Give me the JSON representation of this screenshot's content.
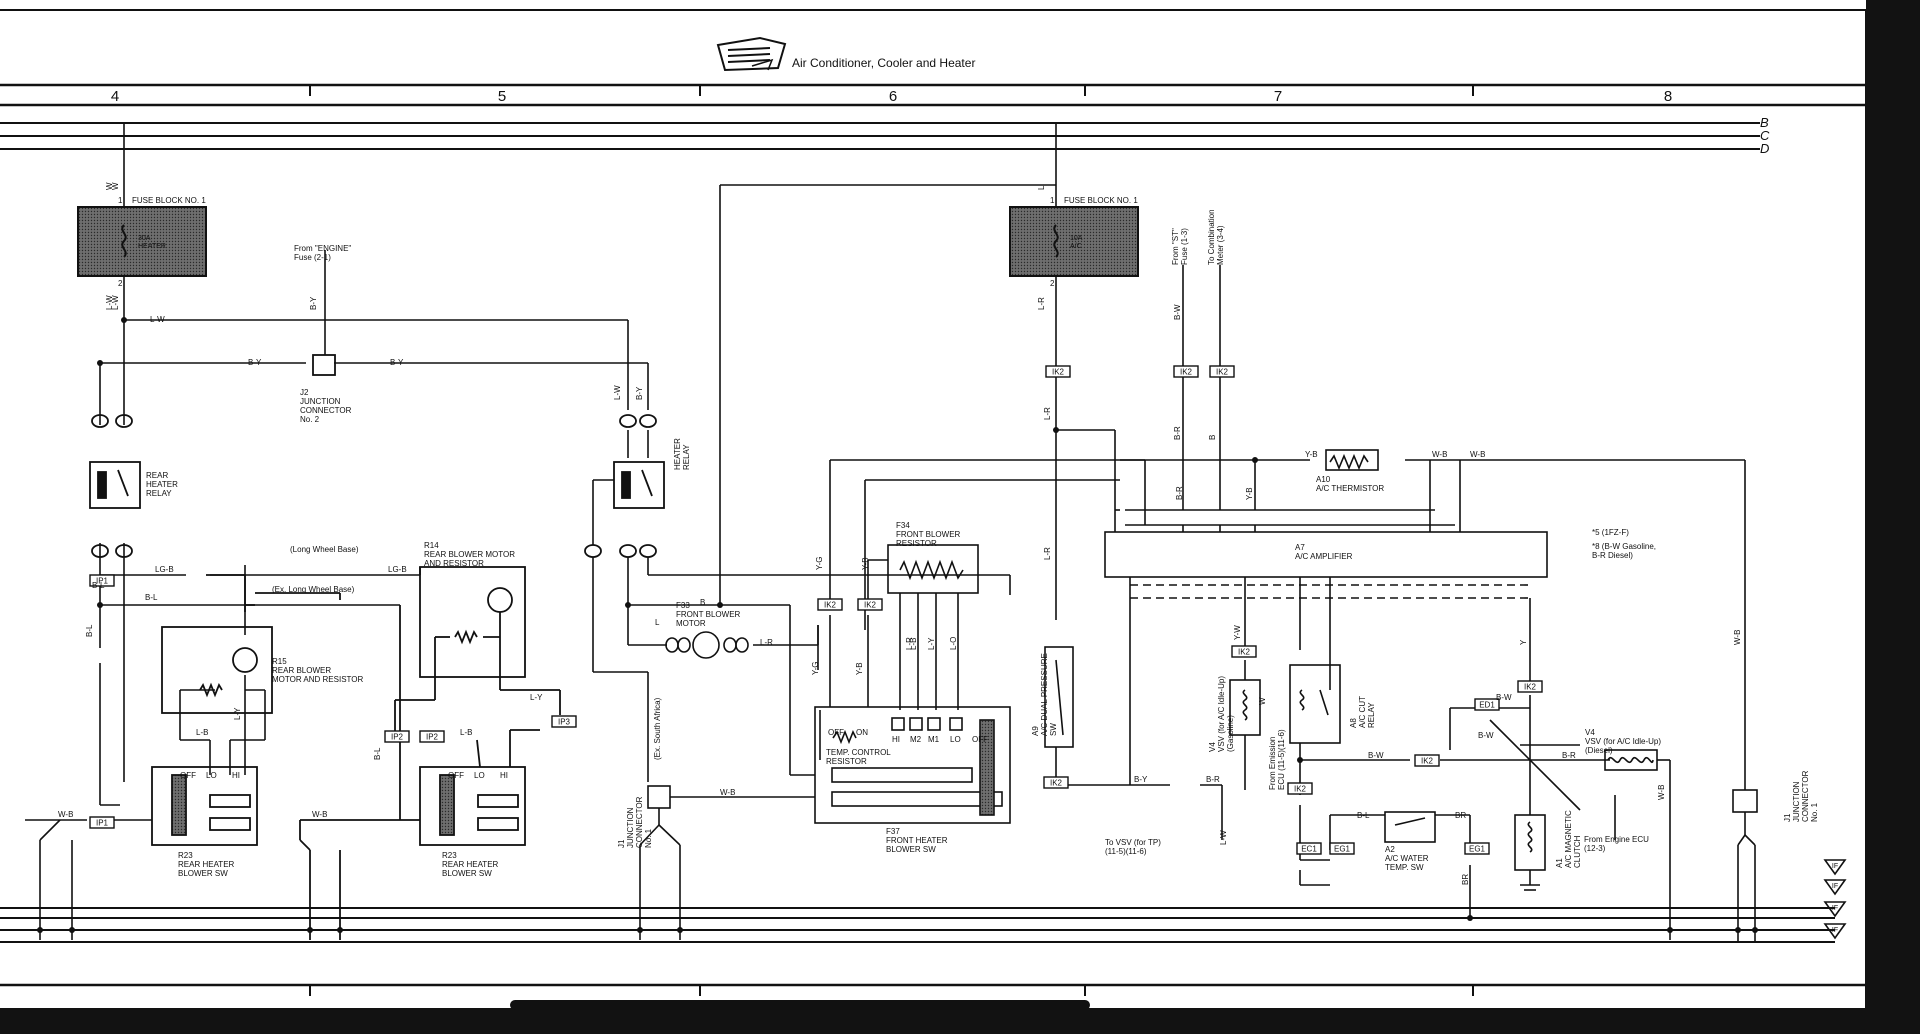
{
  "header": {
    "title": "Air Conditioner, Cooler and Heater",
    "columns": [
      "4",
      "5",
      "6",
      "7",
      "8"
    ],
    "bus_labels": [
      "B",
      "C",
      "D"
    ]
  },
  "fuses": [
    {
      "name": "FUSE BLOCK NO. 1",
      "rating": "30A",
      "label": "HEATER",
      "pin_in": "1",
      "pin_out": "2",
      "wire_in": "W",
      "wire_out": "L-W"
    },
    {
      "name": "FUSE BLOCK NO. 1",
      "rating": "10A",
      "label": "A/C",
      "pin_in": "1",
      "pin_out": "2",
      "wire_in": "L",
      "wire_out": "L-R"
    }
  ],
  "components": {
    "rear_heater_relay": "REAR\nHEATER\nRELAY",
    "heater_relay": "HEATER\nRELAY",
    "j2": "J2\nJUNCTION\nCONNECTOR\nNo. 2",
    "r14": "R14\nREAR BLOWER MOTOR\nAND RESISTOR",
    "r15": "R15\nREAR BLOWER\nMOTOR AND RESISTOR",
    "r23a": "R23\nREAR HEATER\nBLOWER SW",
    "r23b": "R23\nREAR HEATER\nBLOWER SW",
    "f33": "F33\nFRONT BLOWER\nMOTOR",
    "f34": "F34\nFRONT BLOWER\nRESISTOR",
    "f37": "F37\nFRONT HEATER\nBLOWER SW",
    "temp_control": "TEMP. CONTROL\nRESISTOR",
    "j1_left": "J1\nJUNCTION\nCONNECTOR\nNo. 1",
    "j1_right": "J1\nJUNCTION\nCONNECTOR\nNo. 1",
    "a10": "A10\nA/C THERMISTOR",
    "a7": "A7\nA/C AMPLIFIER",
    "a9": "A9\nA/C DUAL PRESSURE\nSW",
    "a8": "A8\nA/C CUT\nRELAY",
    "a2": "A2\nA/C WATER\nTEMP. SW",
    "a1": "A1\nA/C MAGNETIC\nCLUTCH",
    "v4_left": "V4\nVSV (for A/C Idle-Up)\n(Gasoline)",
    "v4_right": "V4\nVSV (for A/C Idle-Up)\n(Diesel)"
  },
  "switch_positions": {
    "rear": [
      "OFF",
      "LO",
      "HI"
    ],
    "front": [
      "HI",
      "M2",
      "M1",
      "LO",
      "OFF"
    ],
    "temp": [
      "OFF",
      "ON"
    ]
  },
  "connectors": [
    "IP1",
    "IP1",
    "IP2",
    "IP2",
    "IP3",
    "IK2",
    "IK2",
    "IK2",
    "IK2",
    "IK2",
    "IK2",
    "IK2",
    "IK2",
    "IK2",
    "IK2",
    "ED1",
    "EG1",
    "EG1",
    "EC1"
  ],
  "notes": {
    "star5": "*5 (1FZ-F)",
    "star8": "*8 (B-W Gasoline,\nB-R Diesel)",
    "from_engine_fuse": "From \"ENGINE\"\nFuse (2-1)",
    "from_st_fuse": "From \"ST\"\nFuse (1-3)",
    "to_combination_meter": "To Combination\nMeter (3-4)",
    "from_emission_ecu": "From Emission\nECU (11-5)(11-6)",
    "from_engine_ecu": "From Engine ECU\n(12-3)",
    "to_vsv": "To VSV (for TP)\n(11-5)(11-6)",
    "long_wheel_base": "(Long Wheel Base)",
    "ex_long_wheel_base": "(Ex. Long Wheel Base)",
    "ex_south_africa": "(Ex. South Africa)"
  },
  "wire_labels": [
    "W",
    "L-W",
    "B-Y",
    "B-Y",
    "B-Y",
    "L-W",
    "L-W",
    "B-Y",
    "LG-B",
    "LG-B",
    "B-L",
    "B-L",
    "B-L",
    "L-B",
    "L-B",
    "L-Y",
    "L-Y",
    "B-L",
    "W-B",
    "W-B",
    "W-B",
    "L",
    "B",
    "L-R",
    "Y-G",
    "Y-B",
    "L-R",
    "L-B",
    "L-Y",
    "L-O",
    "L-R",
    "B-W",
    "B-R",
    "B",
    "Y-B",
    "W-B",
    "W-B",
    "B-R",
    "Y-B",
    "Y-W",
    "W",
    "Y",
    "B-W",
    "B-W",
    "B-R",
    "B-Y",
    "B-R",
    "L-W",
    "B-W",
    "B-L",
    "BR",
    "BR",
    "W-B",
    "W-B",
    "L-R",
    "Y-G",
    "Y-B"
  ],
  "ground_points": [
    "IF",
    "IF",
    "IF",
    "IF"
  ]
}
